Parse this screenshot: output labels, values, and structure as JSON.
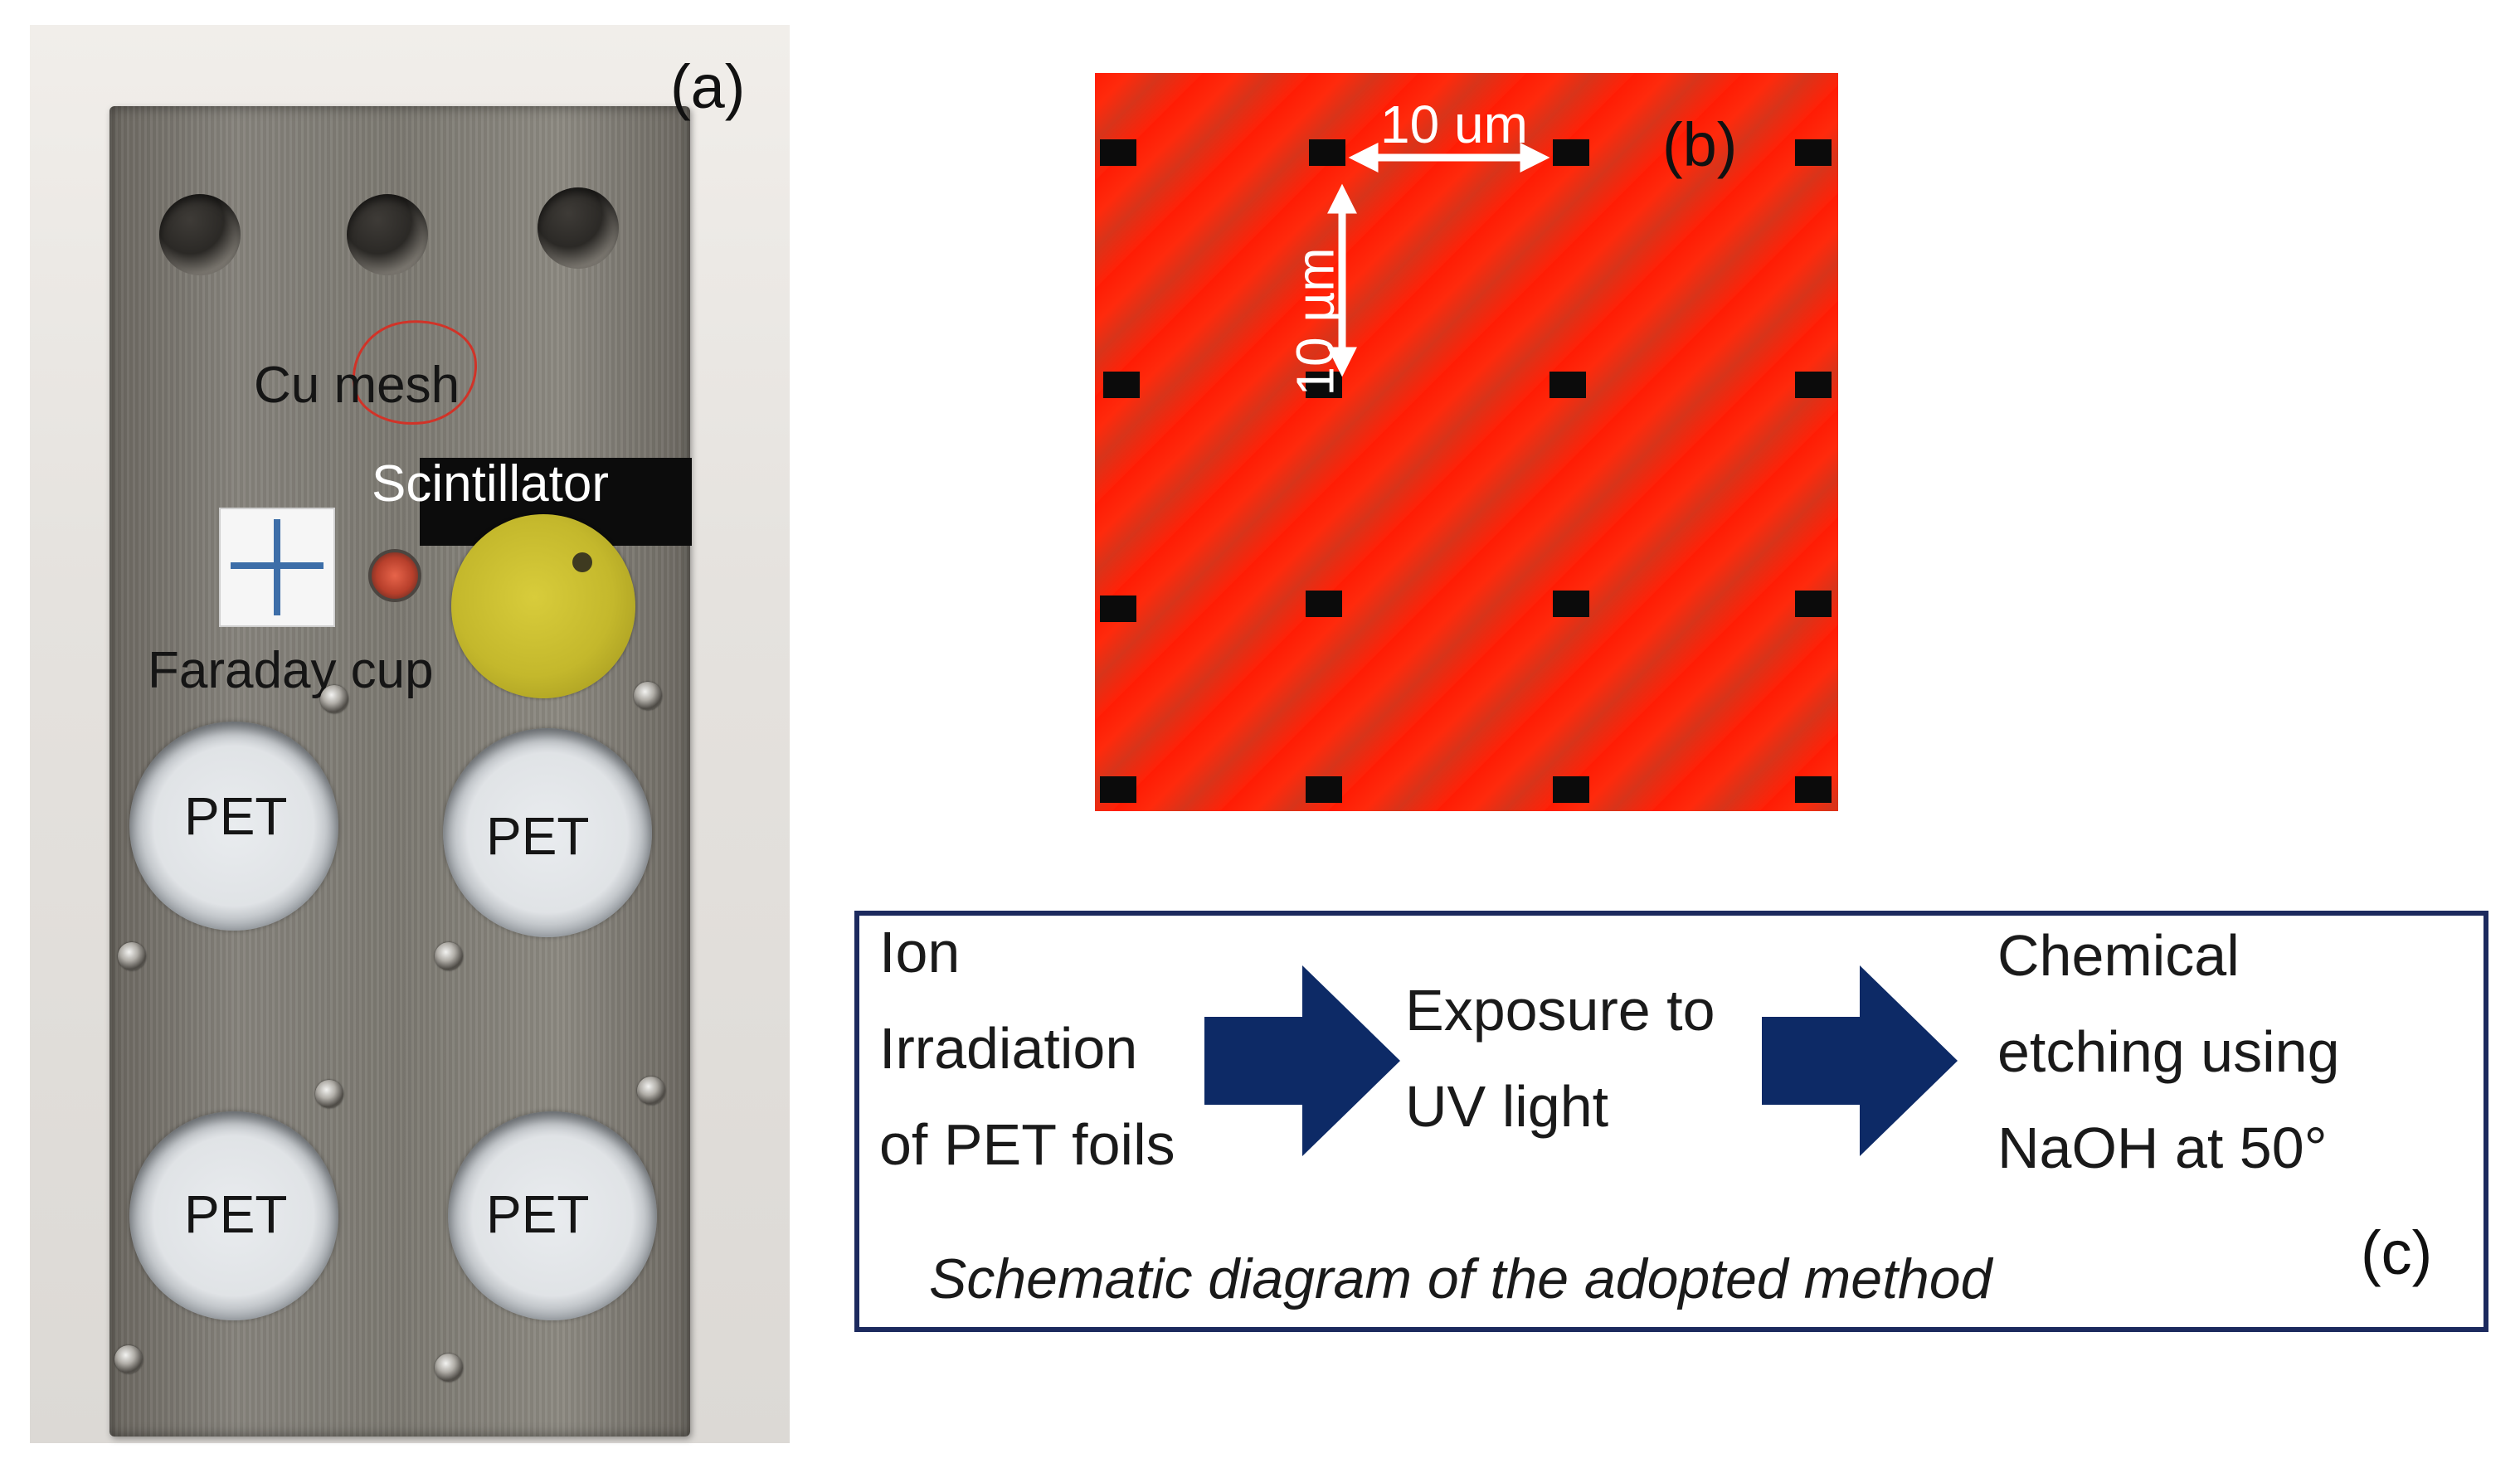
{
  "panel_a": {
    "label": "(a)",
    "cu_mesh": "Cu mesh",
    "scintillator": "Scintillator",
    "faraday_cup": "Faraday cup",
    "pet_labels": [
      "PET",
      "PET",
      "PET",
      "PET"
    ]
  },
  "panel_b": {
    "label": "(b)",
    "horizontal_spacing": "10 um",
    "vertical_spacing": "10 µm",
    "background_color": "#ff2a0c",
    "marker_color": "#0b0b0b"
  },
  "panel_c": {
    "label": "(c)",
    "steps": [
      {
        "lines": [
          "Ion",
          "Irradiation",
          "of PET foils"
        ]
      },
      {
        "lines": [
          "Exposure to",
          "UV light"
        ]
      },
      {
        "lines": [
          "Chemical",
          "etching using",
          "NaOH at 50°"
        ]
      }
    ],
    "caption": "Schematic diagram of the adopted method",
    "arrow_color": "#0d2a66",
    "border_color": "#1c2a5e"
  }
}
